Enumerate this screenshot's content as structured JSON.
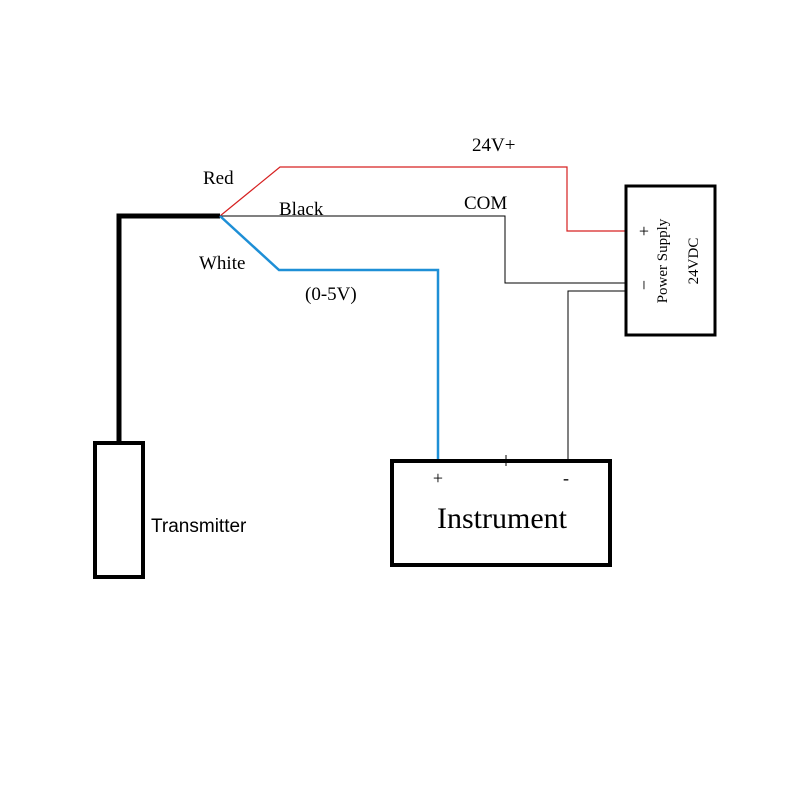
{
  "wires": {
    "red_label": "Red",
    "black_label": "Black",
    "white_label": "White",
    "supply_positive_label": "24V+",
    "common_label": "COM",
    "signal_label": "(0-5V)"
  },
  "power_supply": {
    "plus_label": "+",
    "minus_label": "−",
    "title": "Power Supply",
    "voltage": "24VDC"
  },
  "instrument": {
    "title": "Instrument",
    "plus_label": "+",
    "minus_label": "-"
  },
  "transmitter": {
    "label": "Transmitter"
  },
  "colors": {
    "red_wire": "#d62020",
    "signal_wire": "#1e8fd6",
    "black_wire": "#000000"
  }
}
